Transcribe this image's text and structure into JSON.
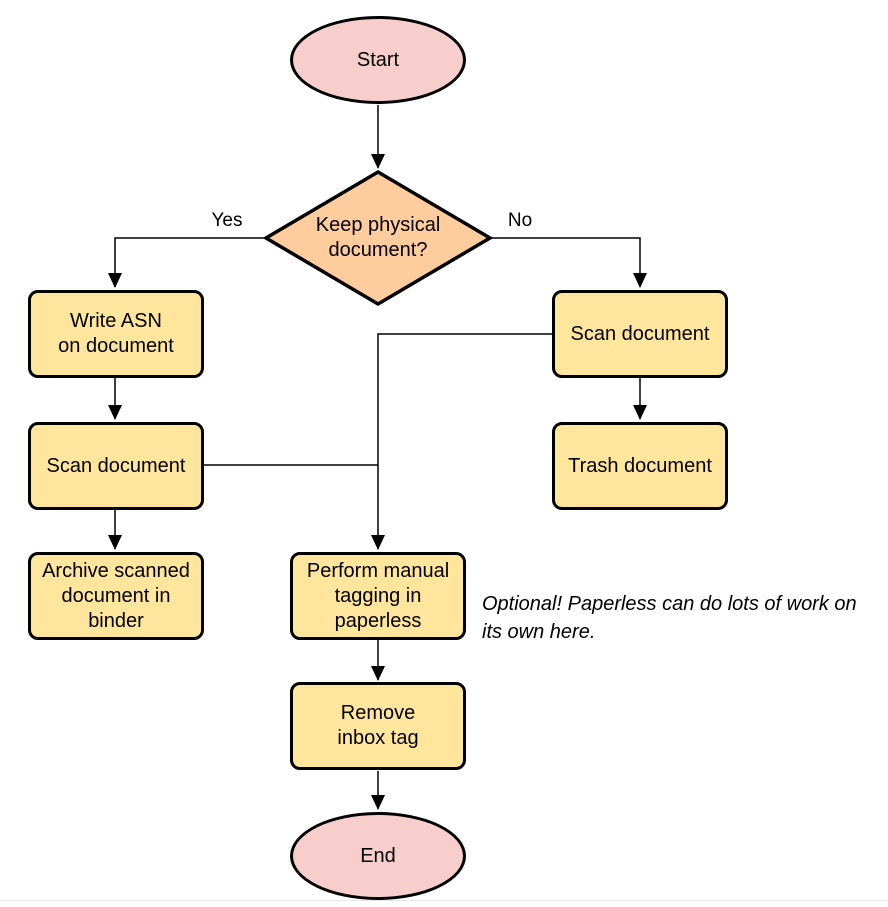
{
  "colors": {
    "terminal-fill": "#F8CECC",
    "decision-fill": "#FFCC9E",
    "process-fill": "#FFE69C",
    "shape-stroke": "#000000",
    "edge-stroke": "#000000",
    "text-color": "#000000",
    "divider-color": "#E7E7E7"
  },
  "nodes": {
    "start": {
      "label": "Start"
    },
    "decision": {
      "label": "Keep physical\ndocument?"
    },
    "write_asn": {
      "label": "Write ASN\non document"
    },
    "scan_left": {
      "label": "Scan document"
    },
    "archive": {
      "label": "Archive scanned\ndocument in\nbinder"
    },
    "scan_right": {
      "label": "Scan document"
    },
    "trash": {
      "label": "Trash document"
    },
    "tagging": {
      "label": "Perform manual\ntagging in\npaperless"
    },
    "remove_inbox": {
      "label": "Remove\ninbox tag"
    },
    "end": {
      "label": "End"
    }
  },
  "edge_labels": {
    "yes": "Yes",
    "no": "No"
  },
  "annotation": "Optional! Paperless can do lots of work on\nits own here."
}
